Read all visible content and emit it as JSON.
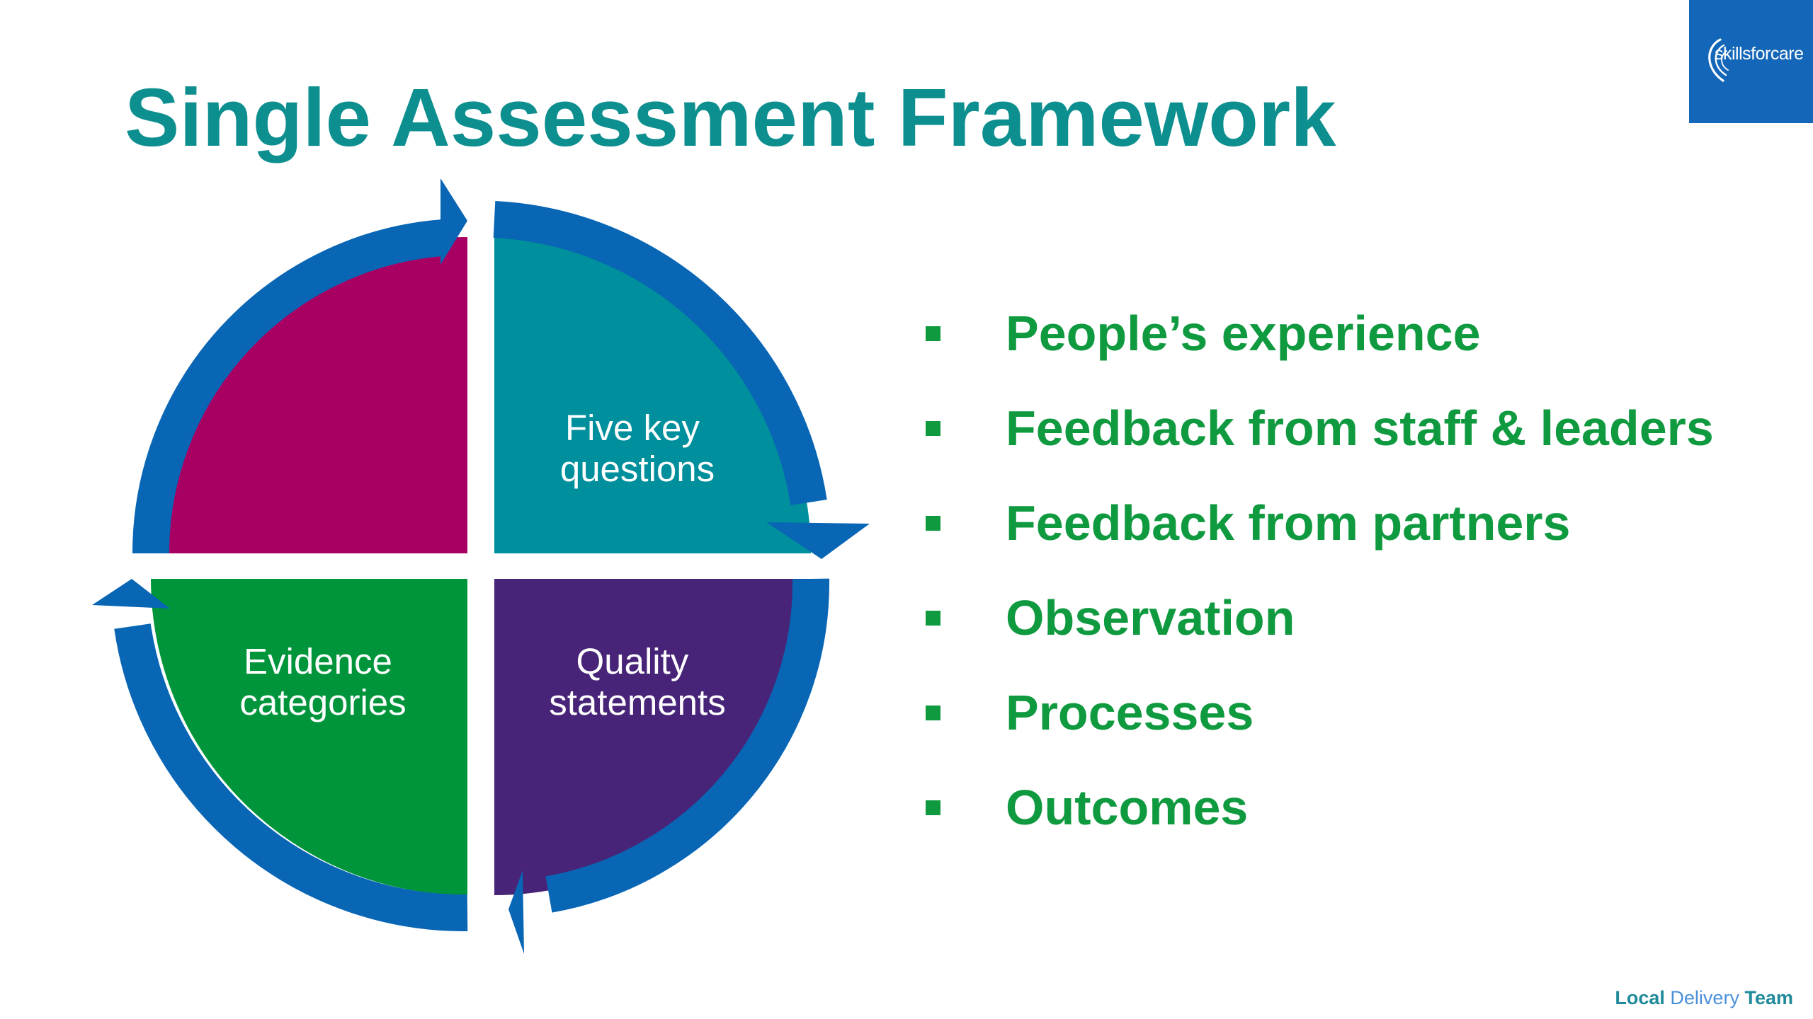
{
  "title": "Single Assessment Framework",
  "logo": {
    "text": "skillsforcare",
    "background_color": "#1467b8"
  },
  "diagram": {
    "quadrants": [
      {
        "position": "top-left",
        "label_lines": [],
        "color": "#a80062"
      },
      {
        "position": "top-right",
        "label_lines": [
          "Five key",
          "questions"
        ],
        "color": "#008f9c"
      },
      {
        "position": "bottom-right",
        "label_lines": [
          "Quality",
          "statements"
        ],
        "color": "#482478"
      },
      {
        "position": "bottom-left",
        "label_lines": [
          "Evidence",
          "categories"
        ],
        "color": "#00953b"
      }
    ],
    "arrow_color": "#0866b5",
    "arrow_direction": "clockwise"
  },
  "bullets": [
    "People’s experience",
    "Feedback from staff & leaders",
    "Feedback from partners",
    "Observation",
    "Processes",
    "Outcomes"
  ],
  "bullet_color": "#0f9a3f",
  "title_color": "#0e8f8f",
  "footer": {
    "word1": "Local",
    "word2": "Delivery",
    "word3": "Team"
  }
}
